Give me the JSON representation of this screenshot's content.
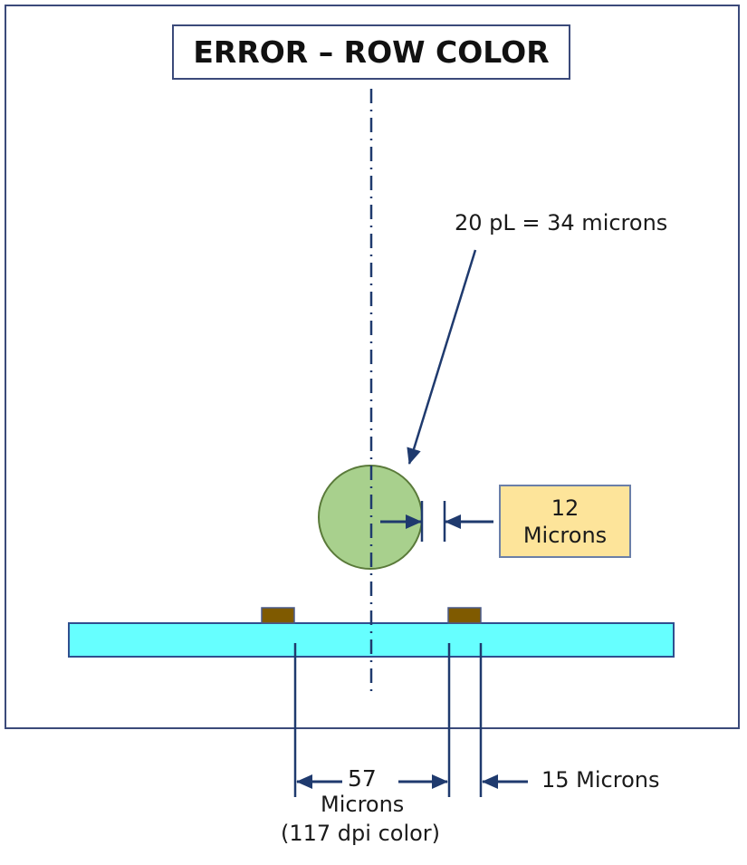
{
  "title": "ERROR – ROW COLOR",
  "drop": {
    "label": "20 pL = 34 microns",
    "fill_color": "#a8d08d",
    "stroke_color": "#5a7a3a"
  },
  "offset_callout": {
    "value": "12",
    "unit": "Microns",
    "fill_color": "#fde49a"
  },
  "substrate": {
    "fill_color": "#66ffff",
    "pad_color": "#7f5a00"
  },
  "dimensions": {
    "pitch_value": "57",
    "pitch_unit": "Microns",
    "pitch_note": "(117 dpi color)",
    "pad_width": "15 Microns"
  },
  "colors": {
    "line": "#1f3a6e",
    "frame": "#3b4a7a"
  }
}
